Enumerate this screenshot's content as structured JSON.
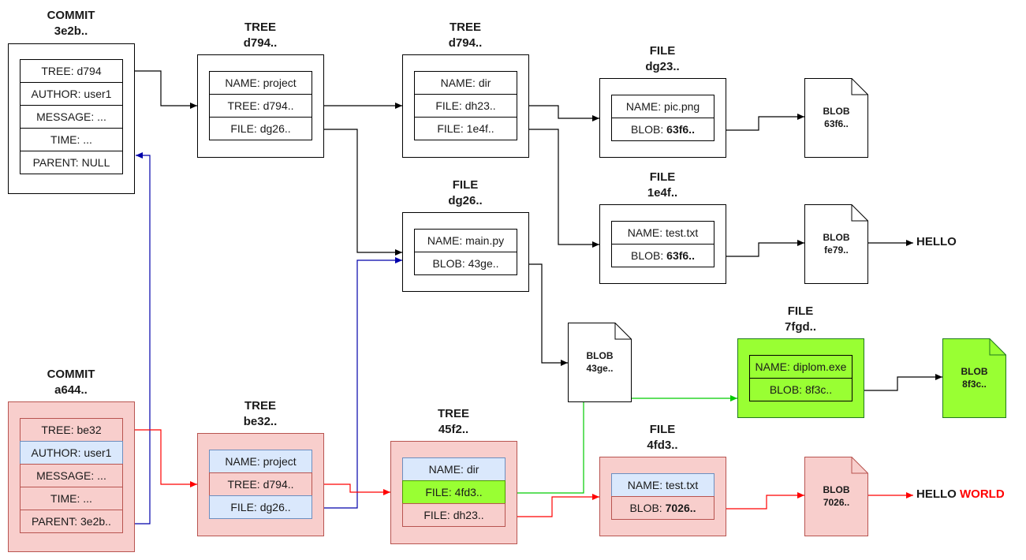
{
  "commit1": {
    "title": "COMMIT\n3e2b..",
    "rows": [
      "TREE: d794",
      "AUTHOR: user1",
      "MESSAGE: ...",
      "TIME: ...",
      "PARENT: NULL"
    ]
  },
  "tree1": {
    "title": "TREE\nd794..",
    "rows": [
      "NAME: project",
      "TREE: d794..",
      "FILE: dg26.."
    ]
  },
  "tree2": {
    "title": "TREE\nd794..",
    "rows": [
      "NAME: dir",
      "FILE: dh23..",
      "FILE: 1e4f.."
    ]
  },
  "file_dg23": {
    "title": "FILE\ndg23..",
    "rows": [
      "NAME: pic.png"
    ],
    "blob_prefix": "BLOB: ",
    "blob_value": "63f6.."
  },
  "blob_63f6": {
    "label": "BLOB\n63f6.."
  },
  "file_dg26": {
    "title": "FILE\ndg26..",
    "rows": [
      "NAME: main.py",
      "BLOB: 43ge.."
    ]
  },
  "file_1e4f": {
    "title": "FILE\n1e4f..",
    "rows": [
      "NAME: test.txt"
    ],
    "blob_prefix": "BLOB: ",
    "blob_value": "63f6.."
  },
  "blob_fe79": {
    "label": "BLOB\nfe79.."
  },
  "hello1": "HELLO",
  "blob_43ge": {
    "label": "BLOB\n43ge.."
  },
  "file_7fgd": {
    "title": "FILE\n7fgd..",
    "rows": [
      "NAME: diplom.exe",
      "BLOB: 8f3c.."
    ]
  },
  "blob_8f3c": {
    "label": "BLOB\n8f3c.."
  },
  "commit2": {
    "title": "COMMIT\na644..",
    "rows": [
      "TREE: be32",
      "AUTHOR: user1",
      "MESSAGE: ...",
      "TIME: ...",
      "PARENT: 3e2b.."
    ]
  },
  "tree3": {
    "title": "TREE\nbe32..",
    "rows": [
      "NAME: project",
      "TREE: d794..",
      "FILE: dg26.."
    ]
  },
  "tree4": {
    "title": "TREE\n45f2..",
    "rows": [
      "NAME: dir",
      "FILE: 4fd3..",
      "FILE: dh23.."
    ]
  },
  "file_4fd3": {
    "title": "FILE\n4fd3..",
    "rows": [
      "NAME: test.txt"
    ],
    "blob_prefix": "BLOB: ",
    "blob_value": "7026.."
  },
  "blob_7026": {
    "label": "BLOB\n7026.."
  },
  "hello2": {
    "hello": "HELLO ",
    "world": "WORLD"
  },
  "colors": {
    "red": "#f8cecc",
    "blue": "#dae8fc",
    "green": "#99ff33",
    "wire_red": "#ff0000",
    "wire_blue": "#0000aa",
    "wire_green": "#00cc00"
  }
}
